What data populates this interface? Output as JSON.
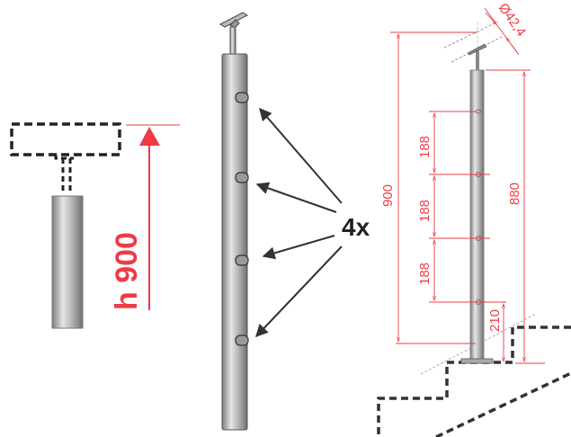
{
  "left_panel": {
    "height_label": "h 900"
  },
  "middle_panel": {
    "count_label": "4x"
  },
  "right_panel": {
    "diameter_label": "Ø42,4",
    "total_height_label": "900",
    "post_height_label": "880",
    "spacing_labels": [
      "188",
      "188",
      "188"
    ],
    "bottom_label": "210"
  },
  "colors": {
    "dimension_red": "#ee3b45",
    "steel": "#b0b0b0",
    "dash": "#333333"
  }
}
